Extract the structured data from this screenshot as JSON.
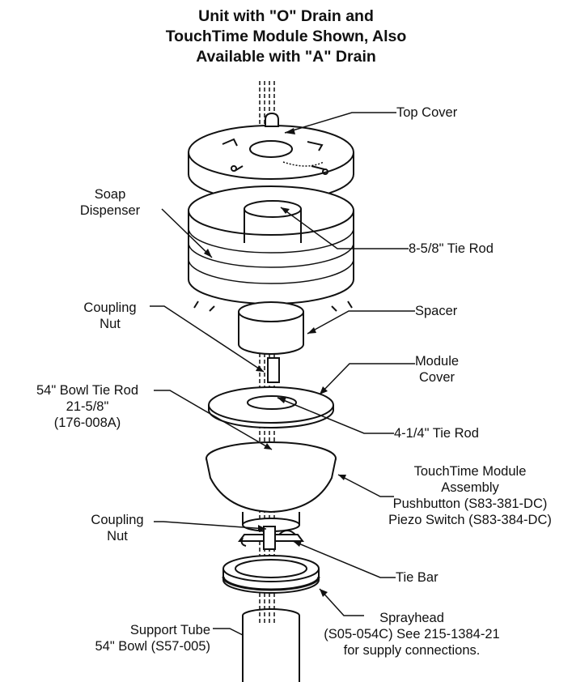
{
  "title": {
    "line1": "Unit with \"O\" Drain and",
    "line2": "TouchTime Module Shown, Also",
    "line3": "Available with \"A\" Drain"
  },
  "callouts": {
    "top_cover": "Top Cover",
    "soap_dispenser": [
      "Soap",
      "Dispenser"
    ],
    "tie_rod_short": "8-5/8\" Tie Rod",
    "coupling_nut_upper": [
      "Coupling",
      "Nut"
    ],
    "spacer": "Spacer",
    "module_cover": [
      "Module",
      "Cover"
    ],
    "bowl_tie_rod": [
      "54\" Bowl Tie Rod",
      "21-5/8\"",
      "(176-008A)"
    ],
    "tie_rod_quarter": "4-1/4\" Tie Rod",
    "touchtime_module": [
      "TouchTime Module",
      "Assembly",
      "Pushbutton (S83-381-DC)",
      "Piezo Switch (S83-384-DC)"
    ],
    "coupling_nut_lower": [
      "Coupling",
      "Nut"
    ],
    "tie_bar": "Tie Bar",
    "support_tube": [
      "Support Tube",
      "54\" Bowl (S57-005)"
    ],
    "sprayhead": [
      "Sprayhead",
      "(S05-054C) See 215-1384-21",
      "for supply connections."
    ]
  }
}
